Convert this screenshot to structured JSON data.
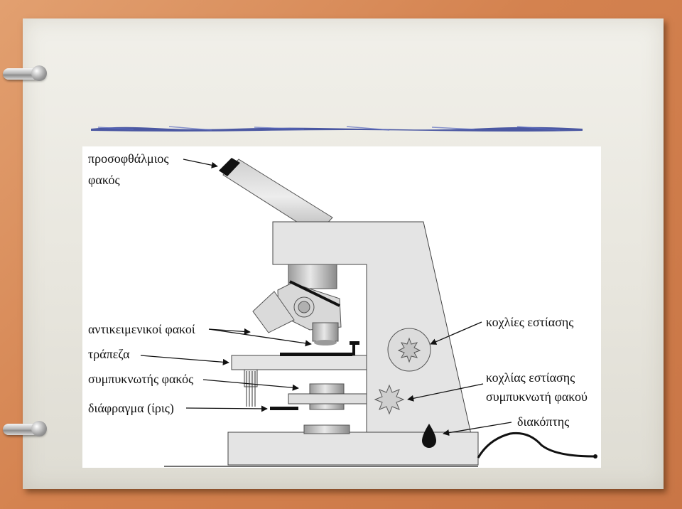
{
  "labels": {
    "eyepiece": [
      "προσοφθάλμιος",
      "φακός"
    ],
    "objectives": "αντικειμενικοί φακοί",
    "stage": "τράπεζα",
    "condenser": "συμπυκνωτής φακός",
    "diaphragm": "διάφραγμα (ίρις)",
    "focus_knobs": "κοχλίες εστίασης",
    "condenser_knob": [
      "κοχλίας εστίασης",
      "συμπυκνωτή φακού"
    ],
    "switch": "διακόπτης"
  },
  "colors": {
    "body": "#e4e4e4",
    "outline": "#333333",
    "board": "#d68a57",
    "rule": "#2e3e96"
  }
}
